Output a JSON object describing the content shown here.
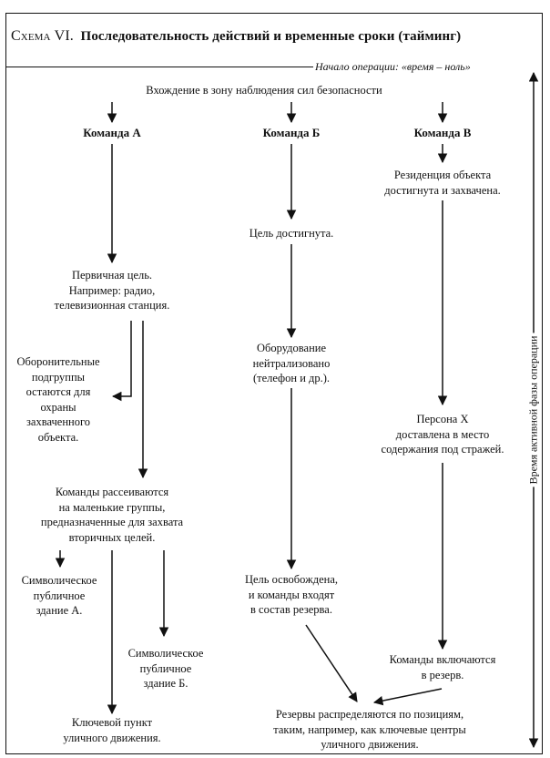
{
  "title_prefix": "Схема VI.",
  "title_text": "Последовательность действий и временные сроки (тайминг)",
  "start_label": "Начало операции: «время – ноль»",
  "entry": "Вхождение в зону наблюдения сил безопасности",
  "teams": {
    "a": "Команда А",
    "b": "Команда Б",
    "c": "Команда В"
  },
  "col_a": {
    "primary": "Первичная цель.\nНапример: радио,\nтелевизионная станция.",
    "defense": "Оборонительные\nподгруппы\nостаются для\nохраны\nзахваченного\nобъекта.",
    "scatter": "Команды рассеиваются\nна маленькие группы,\nпредназначенные для захвата\nвторичных целей.",
    "symbol_a": "Символическое\nпубличное\nздание А.",
    "symbol_b": "Символическое\nпубличное\nздание Б.",
    "traffic": "Ключевой пункт\nуличного движения."
  },
  "col_b": {
    "target": "Цель достигнута.",
    "equipment": "Оборудование\nнейтрализовано\n(телефон и др.).",
    "freed": "Цель освобождена,\nи команды входят\nв состав резерва."
  },
  "col_c": {
    "residence": "Резиденция объекта\nдостигнута и захвачена.",
    "person": "Персона Х\nдоставлена в место\nсодержания под стражей.",
    "reserve": "Команды включаются\nв резерв."
  },
  "reserves": "Резервы распределяются по позициям,\nтаким, например, как ключевые центры\nуличного движения.",
  "time_axis": "Время активной фазы операции"
}
